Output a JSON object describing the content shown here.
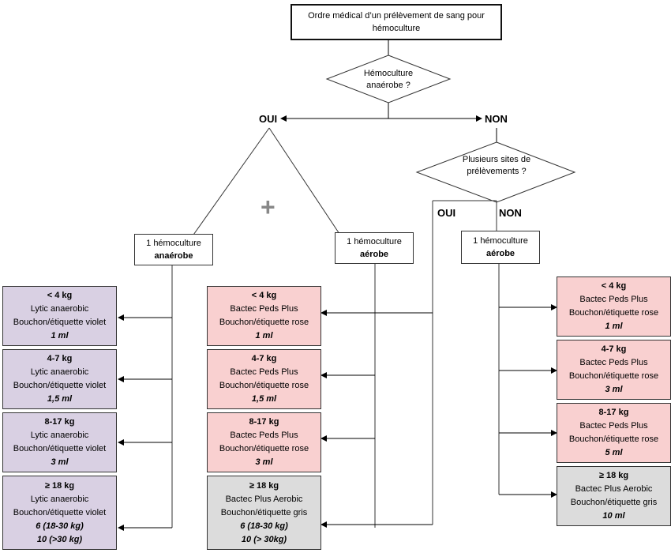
{
  "title": {
    "line1": "Ordre médical d’un prélèvement de sang pour",
    "line2": "hémoculture"
  },
  "q1": {
    "line1": "Hémoculture",
    "line2": "anaérobe ?"
  },
  "oui1": "OUI",
  "non1": "NON",
  "q2": {
    "line1": "Plusieurs sites de",
    "line2": "prélèvements ?"
  },
  "oui2": "OUI",
  "non2": "NON",
  "plus": "+",
  "hemo_anaerobe": {
    "line1": "1 hémoculture",
    "line2": "anaérobe"
  },
  "hemo_aerobe_1": {
    "line1": "1 hémoculture",
    "line2": "aérobe"
  },
  "hemo_aerobe_2": {
    "line1": "1 hémoculture",
    "line2": "aérobe"
  },
  "anaerobe_boxes": [
    {
      "weight": "< 4 kg",
      "product": "Lytic anaerobic",
      "cap": "Bouchon/étiquette violet",
      "vol1": "1 ml",
      "vol2": ""
    },
    {
      "weight": "4-7 kg",
      "product": "Lytic anaerobic",
      "cap": "Bouchon/étiquette violet",
      "vol1": "1,5 ml",
      "vol2": ""
    },
    {
      "weight": "8-17 kg",
      "product": "Lytic anaerobic",
      "cap": "Bouchon/étiquette violet",
      "vol1": "3 ml",
      "vol2": ""
    },
    {
      "weight": "≥ 18 kg",
      "product": "Lytic anaerobic",
      "cap": "Bouchon/étiquette violet",
      "vol1": "6 (18-30 kg)",
      "vol2": "10 (>30 kg)"
    }
  ],
  "aerobe_boxes_1": [
    {
      "weight": "< 4 kg",
      "product": "Bactec Peds Plus",
      "cap": "Bouchon/étiquette rose",
      "vol1": "1 ml",
      "vol2": ""
    },
    {
      "weight": "4-7 kg",
      "product": "Bactec Peds Plus",
      "cap": "Bouchon/étiquette rose",
      "vol1": "1,5 ml",
      "vol2": ""
    },
    {
      "weight": "8-17 kg",
      "product": "Bactec Peds Plus",
      "cap": "Bouchon/étiquette rose",
      "vol1": "3 ml",
      "vol2": ""
    },
    {
      "weight": "≥ 18 kg",
      "product": "Bactec Plus Aerobic",
      "cap": "Bouchon/étiquette gris",
      "vol1": "6 (18-30 kg)",
      "vol2": "10 (> 30kg)"
    }
  ],
  "aerobe_boxes_2": [
    {
      "weight": "< 4 kg",
      "product": "Bactec Peds Plus",
      "cap": "Bouchon/étiquette rose",
      "vol1": "1 ml",
      "vol2": ""
    },
    {
      "weight": "4-7 kg",
      "product": "Bactec Peds Plus",
      "cap": "Bouchon/étiquette rose",
      "vol1": "3 ml",
      "vol2": ""
    },
    {
      "weight": "8-17 kg",
      "product": "Bactec Peds Plus",
      "cap": "Bouchon/étiquette rose",
      "vol1": "5 ml",
      "vol2": ""
    },
    {
      "weight": "≥ 18 kg",
      "product": "Bactec Plus Aerobic",
      "cap": "Bouchon/étiquette gris",
      "vol1": "10 ml",
      "vol2": ""
    }
  ],
  "colors": {
    "purple": "#d9d0e3",
    "pink": "#f9d0d0",
    "gray": "#dcdcdc",
    "plus": "#888888"
  }
}
